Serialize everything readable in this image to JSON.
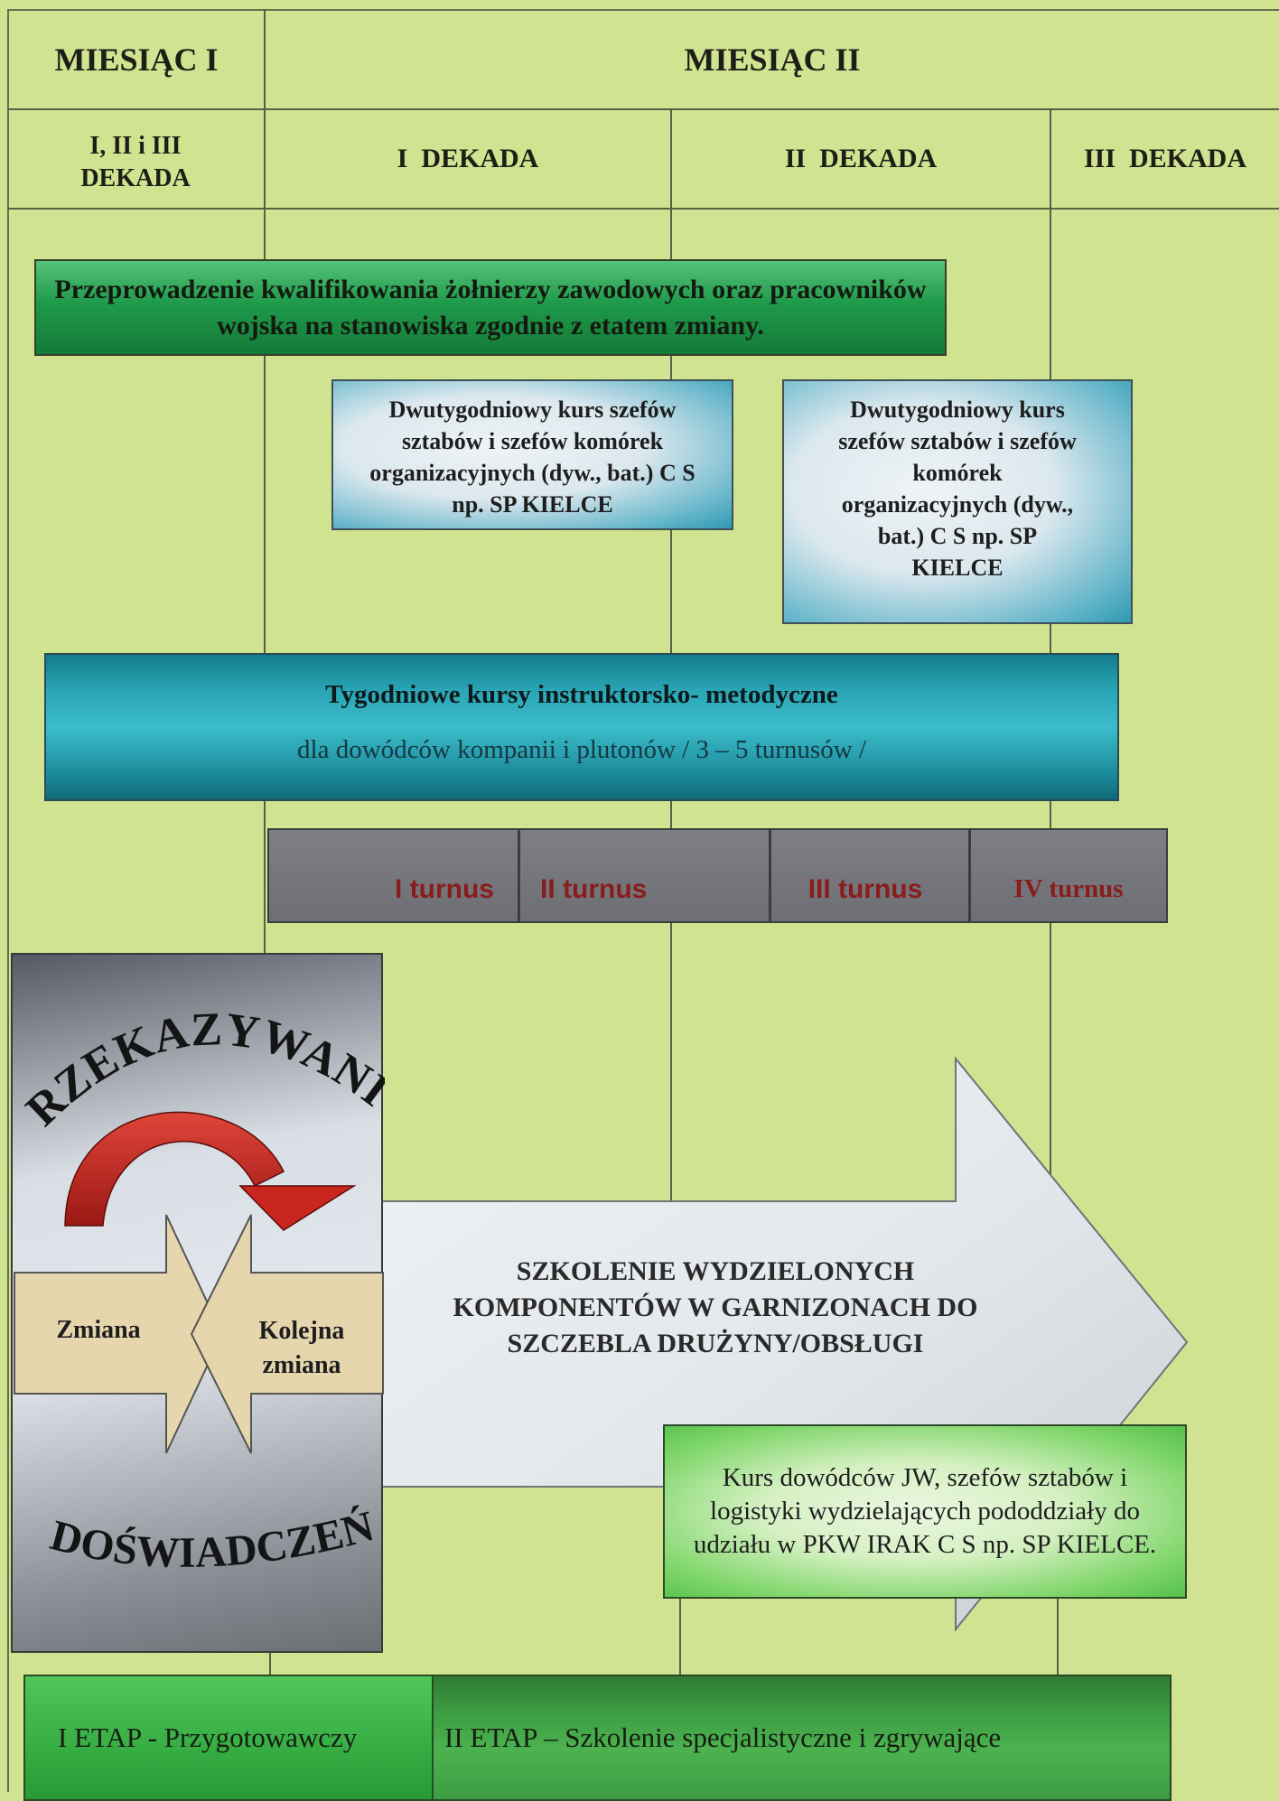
{
  "header": {
    "month1": "MIESIĄC I",
    "month2": "MIESIĄC II",
    "decades": {
      "d_all": "I, II i III DEKADA",
      "d1": "I  DEKADA",
      "d2": "II  DEKADA",
      "d3": "III  DEKADA"
    }
  },
  "qualification": "Przeprowadzenie kwalifikowania żołnierzy zawodowych oraz pracowników wojska na stanowiska zgodnie z etatem zmiany.",
  "course_chiefs_1": "Dwutygodniowy kurs szefów sztabów i szefów komórek organizacyjnych (dyw., bat.) C S np. SP KIELCE",
  "course_chiefs_2": "Dwutygodniowy kurs szefów sztabów i szefów komórek organizacyjnych (dyw., bat.)  C S np. SP KIELCE",
  "weekly": {
    "title": "Tygodniowe kursy instruktorsko- metodyczne",
    "subtitle": "dla dowódców kompanii i plutonów / 3 – 5 turnusów /"
  },
  "turnus": [
    "I turnus",
    "II turnus",
    "III turnus",
    "IV turnus"
  ],
  "exchange": {
    "top": "PRZEKAZYWANIE",
    "bottom": "DOŚWIADCZEŃ",
    "left": "Zmiana",
    "right_line1": "Kolejna",
    "right_line2": "zmiana"
  },
  "training": "SZKOLENIE WYDZIELONYCH KOMPONENTÓW W GARNIZONACH DO SZCZEBLA DRUŻYNY/OBSŁUGI",
  "commanders_course": "Kurs dowódców JW, szefów sztabów i logistyki wydzielających pododdziały do udziału w PKW IRAK C S np. SP KIELCE.",
  "stage1": "I ETAP - Przygotowawczy",
  "stage2": "II ETAP – Szkolenie specjalistyczne i zgrywające",
  "colors": {
    "background": "#d0e391",
    "green_box": "#1f9a4a",
    "teal_box": "#2aa6b6",
    "turnus_box": "#6d6f74",
    "turnus_text": "#8a1c1c",
    "arrow_red": "#c9261f",
    "tan_arrows": "#e6d6ad"
  },
  "icons": [
    "curved-red-arrow-icon",
    "big-right-arrow-icon"
  ]
}
